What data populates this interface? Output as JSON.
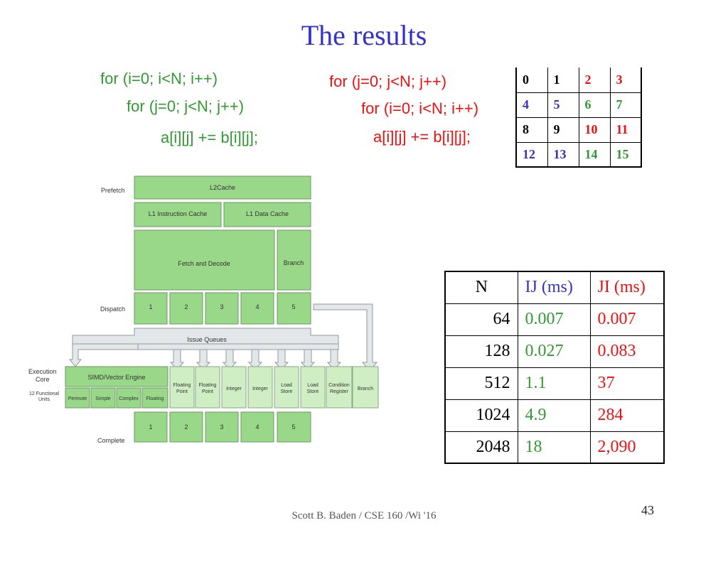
{
  "title": "The results",
  "code_ij": {
    "line1": "for (i=0; i<N; i++)",
    "line2": "for (j=0; j<N; j++)",
    "line3": "a[i][j] += b[i][j];"
  },
  "code_ji": {
    "line1": "for (j=0; j<N; j++)",
    "line2": "for (i=0; i<N; i++)",
    "line3": "a[i][j] += b[i][j];"
  },
  "grid": {
    "rows": [
      [
        "0",
        "1",
        "2",
        "3"
      ],
      [
        "4",
        "5",
        "6",
        "7"
      ],
      [
        "8",
        "9",
        "10",
        "11"
      ],
      [
        "12",
        "13",
        "14",
        "15"
      ]
    ]
  },
  "results": {
    "headers": {
      "n": "N",
      "ij": "IJ (ms)",
      "ji": "JI (ms)"
    },
    "rows": [
      {
        "n": "64",
        "ij": "0.007",
        "ji": "0.007"
      },
      {
        "n": "128",
        "ij": "0.027",
        "ji": "0.083"
      },
      {
        "n": "512",
        "ij": "1.1",
        "ji": "37"
      },
      {
        "n": "1024",
        "ij": "4.9",
        "ji": "284"
      },
      {
        "n": "2048",
        "ij": "18",
        "ji": "2,090"
      }
    ]
  },
  "diagram": {
    "labels": {
      "prefetch": "Prefetch",
      "dispatch": "Dispatch",
      "execution_core_1": "Execution",
      "execution_core_2": "Core",
      "functional_units_1": "12 Functional",
      "functional_units_2": "Units",
      "complete": "Complete"
    },
    "l2cache": "L2Cache",
    "l1_instruction": "L1 Instruction Cache",
    "l1_data": "L1 Data Cache",
    "fetch_decode": "Fetch and Decode",
    "branch_top": "Branch",
    "dispatch_slots": [
      "1",
      "2",
      "3",
      "4",
      "5"
    ],
    "issue_queues": "Issue Queues",
    "simd": "SIMD/Vector Engine",
    "simd_units": [
      "Permute",
      "Simple",
      "Complex",
      "Floating"
    ],
    "units": [
      [
        "Floating",
        "Point"
      ],
      [
        "Floating",
        "Point"
      ],
      [
        "Integer",
        ""
      ],
      [
        "Integer",
        ""
      ],
      [
        "Load",
        "Store"
      ],
      [
        "Load",
        "Store"
      ],
      [
        "Condition",
        "Register"
      ],
      [
        "Branch",
        ""
      ]
    ],
    "complete_slots": [
      "1",
      "2",
      "3",
      "4",
      "5"
    ]
  },
  "footer": "Scott B. Baden / CSE 160 /Wi '16",
  "page_number": "43"
}
